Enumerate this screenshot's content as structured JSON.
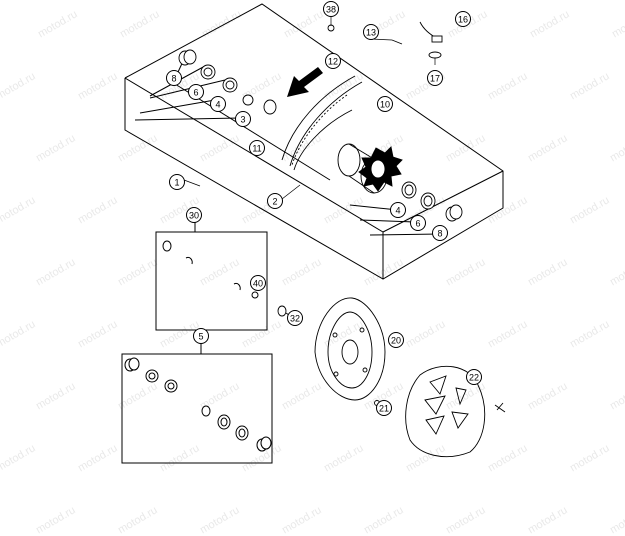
{
  "watermark": "motod.ru",
  "arrow_direction": "left-down",
  "colors": {
    "line": "#000000",
    "watermark": "#e9e9e9",
    "background": "#ffffff"
  },
  "callouts": {
    "c38": "38",
    "c13": "13",
    "c16": "16",
    "c17": "17",
    "c12": "12",
    "c10": "10",
    "c8a": "8",
    "c6a": "6",
    "c4a": "4",
    "c3": "3",
    "c11": "11",
    "c1": "1",
    "c2": "2",
    "c4b": "4",
    "c6b": "6",
    "c8b": "8",
    "c30": "30",
    "c40": "40",
    "c32": "32",
    "c5": "5",
    "c20": "20",
    "c22": "22",
    "c21": "21"
  }
}
